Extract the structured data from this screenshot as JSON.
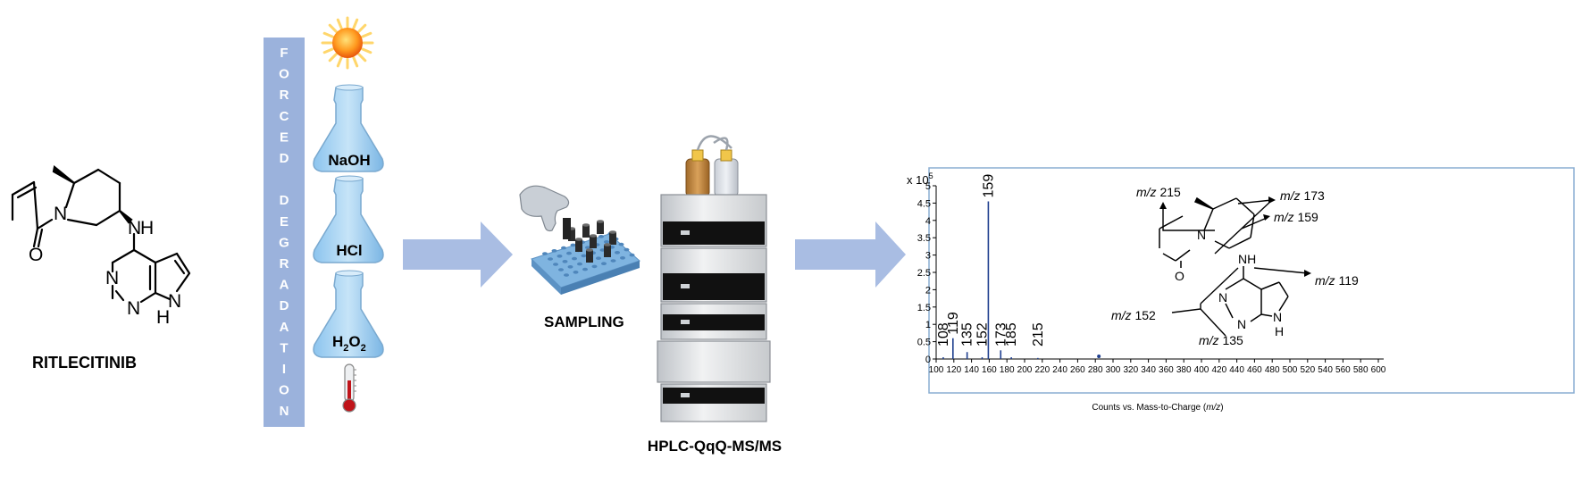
{
  "molecule": {
    "name": "RITLECITINIB",
    "atoms": {
      "N_ring": "N",
      "O": "O",
      "N_amine": "N",
      "H_amine": "H",
      "N_pyr1": "N",
      "N_pyr2": "N",
      "N_pyrrole": "N",
      "H_pyrrole": "H"
    }
  },
  "forced_degradation": {
    "letters": [
      "F",
      "O",
      "R",
      "C",
      "E",
      "D",
      "",
      "D",
      "E",
      "G",
      "R",
      "A",
      "D",
      "A",
      "T",
      "I",
      "O",
      "N"
    ],
    "conditions": {
      "light_icon": "sun-icon",
      "flask1": "NaOH",
      "flask2": "HCl",
      "flask3_main": "H",
      "flask3_sub1": "2",
      "flask3_mid": "O",
      "flask3_sub2": "2",
      "heat_icon": "thermometer-icon"
    }
  },
  "sampling": {
    "label": "SAMPLING",
    "icon": "sample-tray-icon"
  },
  "instrument": {
    "label": "HPLC-QqQ-MS/MS",
    "icon": "hplc-stack-icon"
  },
  "colors": {
    "band": "#9bb2dc",
    "arrow": "#a9bde3",
    "flask": "#a9d3f2",
    "chart_border": "#8aaed2",
    "peak_dot": "#1f3f8f"
  },
  "chart_data": {
    "type": "bar",
    "title": "",
    "xlabel": "Counts vs. Mass-to-Charge (m/z)",
    "xlabel_parts": [
      "Counts vs. Mass-to-Charge (",
      "m/z",
      ")"
    ],
    "ylabel_multiplier_base": "x 10",
    "ylabel_multiplier_exp": "5",
    "xlim": [
      100,
      600
    ],
    "ylim": [
      0,
      5
    ],
    "x_ticks": [
      100,
      120,
      140,
      160,
      180,
      200,
      220,
      240,
      260,
      280,
      300,
      320,
      340,
      360,
      380,
      400,
      420,
      440,
      460,
      480,
      500,
      520,
      540,
      560,
      580,
      600
    ],
    "y_ticks": [
      0,
      0.5,
      1.0,
      1.5,
      2.0,
      2.5,
      3.0,
      3.5,
      4.0,
      4.5,
      5.0
    ],
    "y_tick_labels": [
      "0",
      "0.5",
      "1",
      "1.5",
      "2",
      "2.5",
      "3",
      "3.5",
      "4",
      "4.5",
      "5"
    ],
    "peaks": [
      {
        "mz": 108,
        "intensity": 0.05,
        "label": "108"
      },
      {
        "mz": 119,
        "intensity": 0.6,
        "label": "119"
      },
      {
        "mz": 135,
        "intensity": 0.2,
        "label": "135"
      },
      {
        "mz": 152,
        "intensity": 0.05,
        "label": "152"
      },
      {
        "mz": 159,
        "intensity": 4.55,
        "label": "159"
      },
      {
        "mz": 173,
        "intensity": 0.25,
        "label": "173"
      },
      {
        "mz": 185,
        "intensity": 0.05,
        "label": "185"
      },
      {
        "mz": 215,
        "intensity": 0.03,
        "label": "215"
      }
    ],
    "minor_dot_mz": 284,
    "fragments": [
      {
        "prefix": "m/z",
        "value": "215"
      },
      {
        "prefix": "m/z",
        "value": "173"
      },
      {
        "prefix": "m/z",
        "value": "159"
      },
      {
        "prefix": "m/z",
        "value": "119"
      },
      {
        "prefix": "m/z",
        "value": "152"
      },
      {
        "prefix": "m/z",
        "value": "135"
      }
    ],
    "inset_atoms": {
      "N_ring": "N",
      "NH": "NH",
      "O": "O",
      "N1": "N",
      "N2": "N",
      "N_pyrrole": "N",
      "H_pyrrole": "H"
    }
  }
}
